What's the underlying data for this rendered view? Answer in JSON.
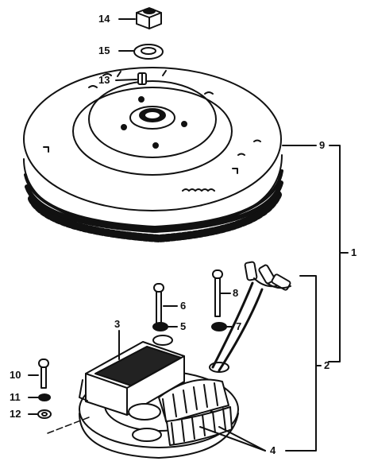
{
  "callouts": {
    "c1": "1",
    "c2": "2",
    "c3": "3",
    "c4": "4",
    "c5": "5",
    "c6": "6",
    "c7": "7",
    "c8": "8",
    "c9": "9",
    "c10": "10",
    "c11": "11",
    "c12": "12",
    "c13": "13",
    "c14": "14",
    "c15": "15"
  },
  "icons": {
    "nut": "hex-nut-icon",
    "washer": "washer-icon",
    "key": "woodruff-key-icon",
    "flywheel": "flywheel-icon",
    "stator": "stator-plate-icon",
    "screw": "screw-icon"
  },
  "colors": {
    "ink": "#111111",
    "paper": "#ffffff"
  }
}
